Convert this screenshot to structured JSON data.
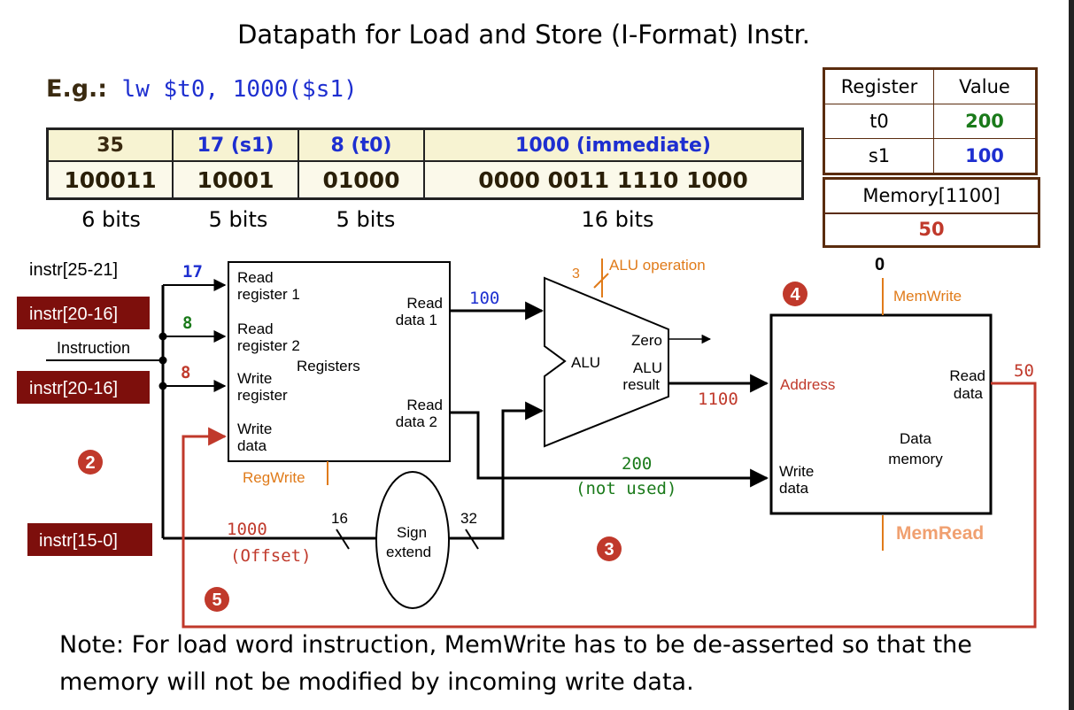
{
  "title": "Datapath for Load and Store (I-Format) Instr.",
  "example": {
    "label": "E.g.:",
    "code": "lw $t0, 1000($s1)"
  },
  "format_table": {
    "row1": [
      "35",
      "17 (s1)",
      "8 (t0)",
      "1000 (immediate)"
    ],
    "row2": [
      "100011",
      "10001",
      "01000",
      "0000 0011 1110 1000"
    ],
    "bits": [
      "6 bits",
      "5 bits",
      "5 bits",
      "16 bits"
    ]
  },
  "register_table": {
    "headers": [
      "Register",
      "Value"
    ],
    "rows": [
      {
        "reg": "t0",
        "value": "200"
      },
      {
        "reg": "s1",
        "value": "100"
      }
    ]
  },
  "memory": {
    "label": "Memory[1100]",
    "value": "50"
  },
  "datapath": {
    "instr_25_21": "instr[25-21]",
    "instr_20_16_a": "instr[20-16]",
    "instr_20_16_b": "instr[20-16]",
    "instr_15_0": "instr[15-0]",
    "instruction": "Instruction",
    "val_17": "17",
    "val_8a": "8",
    "val_8b": "8",
    "read_reg1": [
      "Read",
      "register 1"
    ],
    "read_reg2": [
      "Read",
      "register 2"
    ],
    "write_reg": [
      "Write",
      "register"
    ],
    "write_data": [
      "Write",
      "data"
    ],
    "registers": "Registers",
    "read_data1": [
      "Read",
      "data 1"
    ],
    "read_data2": [
      "Read",
      "data 2"
    ],
    "regwrite": "RegWrite",
    "val_100": "100",
    "alu_bits": "3",
    "alu_operation": "ALU operation",
    "alu": "ALU",
    "zero": "Zero",
    "alu_result": [
      "ALU",
      "result"
    ],
    "val_1100": "1100",
    "val_200": "200",
    "not_used": "(not used)",
    "val_1000": "1000",
    "offset": "(Offset)",
    "bits16": "16",
    "bits32": "32",
    "sign_extend": [
      "Sign",
      "extend"
    ],
    "memwrite_val": "0",
    "memwrite": "MemWrite",
    "address": "Address",
    "mem_write_data": [
      "Write",
      "data"
    ],
    "mem_read_data": [
      "Read",
      "data"
    ],
    "data_memory": [
      "Data",
      "memory"
    ],
    "memread": "MemRead",
    "val_50": "50",
    "steps": [
      "2",
      "3",
      "4",
      "5"
    ]
  },
  "note": "Note: For load word instruction, MemWrite has to be de-asserted so that the memory will not be modified by incoming write data.",
  "colors": {
    "blue": "#1e2fd0",
    "green": "#1a7a1a",
    "red": "#c0392b",
    "darkred": "#8b1a0e",
    "orange": "#e07b1a",
    "wire_red": "#c0392b"
  }
}
